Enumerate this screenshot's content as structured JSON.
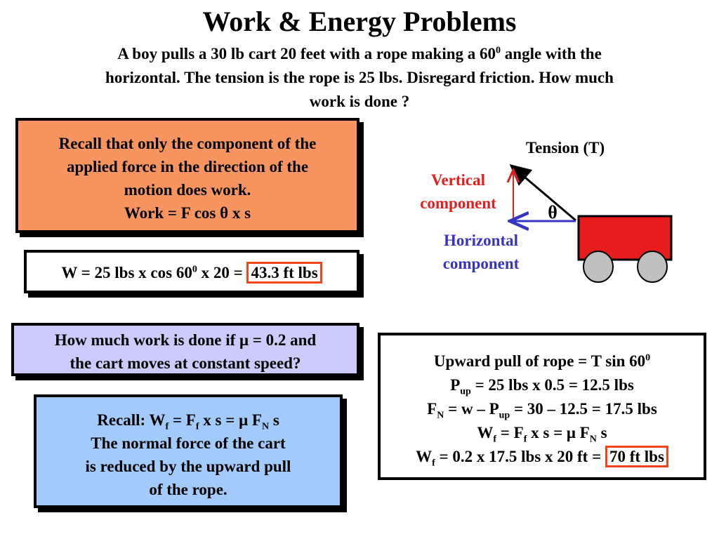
{
  "title": "Work & Energy Problems",
  "problem": {
    "l1_a": "A boy pulls a 30 lb cart 20 feet with a rope making a 60",
    "l1_sup": "0",
    "l1_b": " angle with the",
    "l2": "horizontal. The tension is the rope is 25  lbs. Disregard friction. How much",
    "l3": "work is done ?"
  },
  "recall_box": {
    "l1": "Recall that only the component of the",
    "l2": "applied force in the  direction of the",
    "l3": "motion does work.",
    "l4": "Work = F cos θ x s"
  },
  "work_box": {
    "pre": "W = 25 lbs x cos 60",
    "sup": "0",
    "mid": " x 20 = ",
    "answer": "43.3 ft lbs"
  },
  "question_box": {
    "l1": "How much work is done if μ = 0.2 and",
    "l2": "the cart moves at constant speed?"
  },
  "recall2_box": {
    "l1_a": "Recall: W",
    "l1_s1": "f",
    "l1_b": " = F",
    "l1_s2": "f",
    "l1_c": " x s = μ F",
    "l1_s3": "N",
    "l1_d": " s",
    "l2": "The normal force of the cart",
    "l3": "is reduced by the upward pull",
    "l4": "of the rope."
  },
  "solution_box": {
    "r1_a": "Upward pull of rope = T sin 60",
    "r1_sup": "0",
    "r2_a": "P",
    "r2_sub": "up",
    "r2_b": " = 25 lbs x 0.5 = 12.5 lbs",
    "r3_a": "F",
    "r3_sub1": "N",
    "r3_b": " = w – P",
    "r3_sub2": "up",
    "r3_c": " = 30 – 12.5 = 17.5 lbs",
    "r4_a": "W",
    "r4_s1": "f",
    "r4_b": " = F",
    "r4_s2": "f",
    "r4_c": " x s = μ F",
    "r4_s3": "N",
    "r4_d": " s",
    "r5_a": "W",
    "r5_sub": "f",
    "r5_b": " = 0.2 x 17.5 lbs x 20 ft = ",
    "r5_answer": "70 ft lbs"
  },
  "diagram": {
    "tension_label": "Tension (T)",
    "vertical_l1": "Vertical",
    "vertical_l2": "component",
    "theta": "θ",
    "horizontal_l1": "Horizontal",
    "horizontal_l2": "component"
  },
  "colors": {
    "recall_box": "#f79460",
    "question_box": "#cccbfb",
    "recall2_box": "#a2cbfb",
    "highlight": "#f5431c",
    "cart": "#e71c1c",
    "wheel": "#c0c0c0",
    "vertical": "#e71c1c",
    "horizontal": "#3634c4"
  }
}
